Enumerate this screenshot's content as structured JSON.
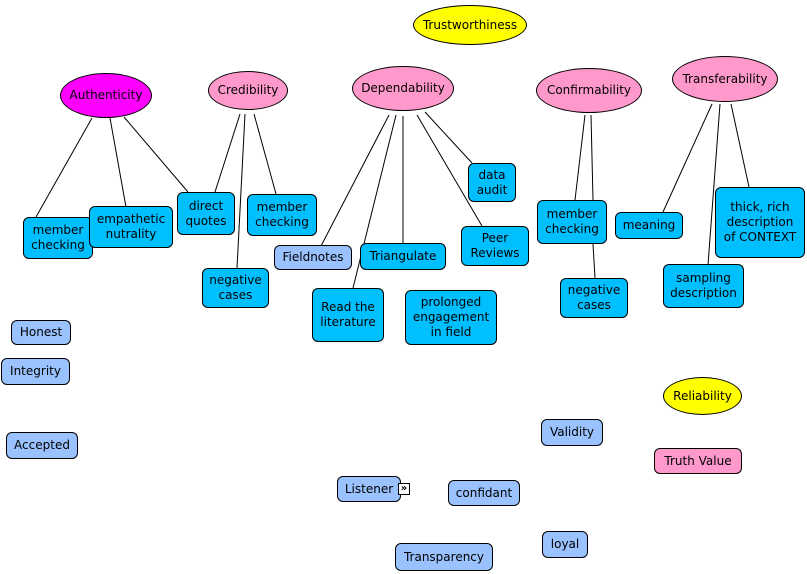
{
  "colors": {
    "concept_blue": "#00bfff",
    "concept_light_blue": "#99c2ff",
    "concept_pink": "#ff99cc",
    "concept_magenta": "#ff00ff",
    "concept_yellow": "#ffff00",
    "link_line": "#000000"
  },
  "icons": {
    "expander": "double-chevron-right-icon"
  },
  "concepts": {
    "trustworthiness": "Trustworthiness",
    "authenticity": "Authenticity",
    "credibility": "Credibility",
    "dependability": "Dependability",
    "confirmability": "Confirmability",
    "transferability": "Transferability",
    "reliability": "Reliability",
    "auth_member_checking": "member checking",
    "empathetic_nutrality": "empathetic nutrality",
    "direct_quotes": "direct quotes",
    "cred_member_checking": "member checking",
    "cred_negative_cases": "negative cases",
    "fieldnotes": "Fieldnotes",
    "triangulate": "Triangulate",
    "read_the_literature": "Read the literature",
    "prolonged_engagement": "prolonged engagement in field",
    "data_audit": "data audit",
    "peer_reviews": "Peer Reviews",
    "conf_member_checking": "member checking",
    "conf_negative_cases": "negative cases",
    "meaning": "meaning",
    "thick_rich_description": "thick, rich description of CONTEXT",
    "sampling_description": "sampling description",
    "honest": "Honest",
    "integrity": "Integrity",
    "accepted": "Accepted",
    "validity": "Validity",
    "truth_value": "Truth Value",
    "listener": "Listener",
    "confidant": "confidant",
    "loyal": "loyal",
    "transparency": "Transparency"
  }
}
